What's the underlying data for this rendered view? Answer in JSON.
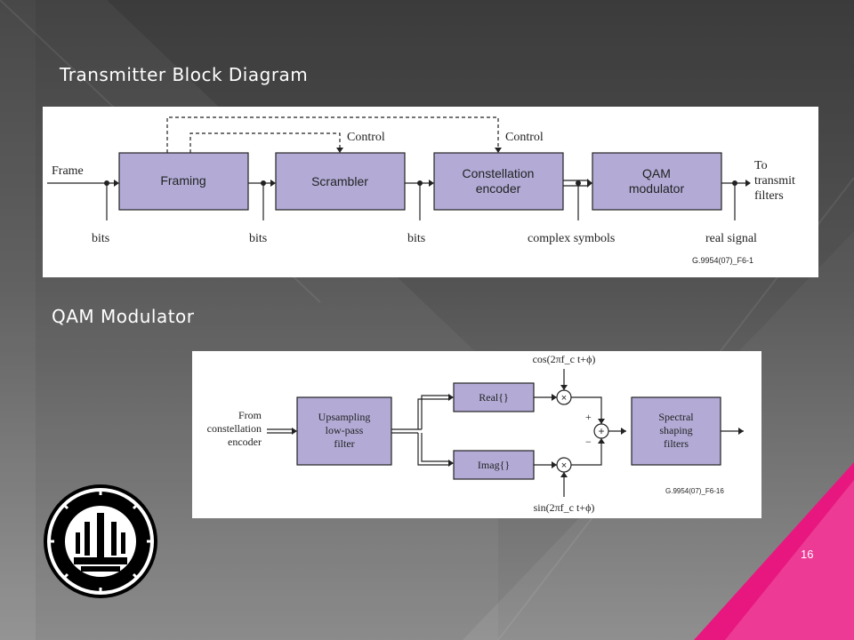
{
  "slide": {
    "heading_1": "Transmitter Block Diagram",
    "heading_2": "QAM Modulator",
    "page_number": "16",
    "accent_color": "#e8177f"
  },
  "tx_diagram": {
    "blocks": [
      "Framing",
      "Scrambler",
      "Constellation\nencoder",
      "QAM\nmodulator"
    ],
    "input_label": "Frame",
    "output_label": "To\ntransmit\nfilters",
    "control_labels": [
      "Control",
      "Control"
    ],
    "tap_labels": [
      "bits",
      "bits",
      "bits",
      "complex symbols",
      "real signal"
    ],
    "figure_id": "G.9954(07)_F6-1"
  },
  "qam_diagram": {
    "input_label": "From\nconstellation\nencoder",
    "blocks": [
      "Upsampling\nlow-pass\nfilter",
      "Real{}",
      "Imag{}",
      "Spectral\nshaping\nfilters"
    ],
    "cos_label": "cos(2πf_c t+ϕ)",
    "sin_label": "sin(2πf_c t+ϕ)",
    "plus_sign": "+",
    "minus_sign": "−",
    "figure_id": "G.9954(07)_F6-16"
  }
}
